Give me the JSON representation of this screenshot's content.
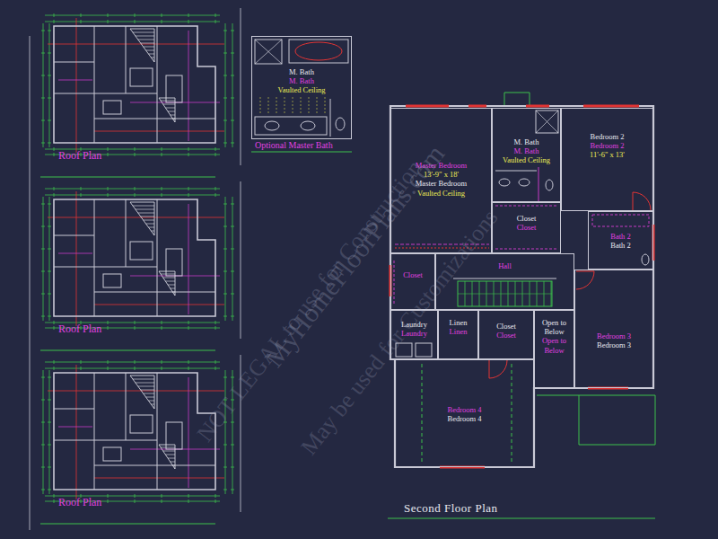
{
  "diagram": {
    "caption": "Second Floor Plan",
    "nodes": [
      {
        "text": [
          "M. Bath",
          "M. Bath",
          "Vaulted Ceiling"
        ]
      },
      {
        "text": [
          "Master Bedroom",
          "13'-9\" x 18'",
          "Master Bedroom",
          "Vaulted Ceiling"
        ]
      },
      {
        "text": [
          "M. Bath",
          "M. Bath",
          "Vaulted Ceiling"
        ]
      },
      {
        "text": [
          "Bedroom 2",
          "Bedroom 2",
          "11'-6\" x 13'"
        ]
      },
      {
        "text": [
          "Closet",
          "Closet"
        ]
      },
      {
        "text": [
          "Bath 2",
          "Bath 2"
        ]
      },
      {
        "text": [
          "Closet"
        ]
      },
      {
        "text": [
          "Hall"
        ]
      },
      {
        "text": [
          "Laundry",
          "Laundry"
        ]
      },
      {
        "text": [
          "Linen",
          "Linen"
        ]
      },
      {
        "text": [
          "Closet",
          "Closet"
        ]
      },
      {
        "text": [
          "Open to Below",
          "Open to Below"
        ]
      },
      {
        "text": [
          "Bedroom 3",
          "Bedroom 3"
        ]
      },
      {
        "text": [
          "Bedroom 4",
          "Bedroom 4"
        ]
      }
    ],
    "labels": [
      "Roof Plan",
      "Roof Plan",
      "Roof Plan",
      "Optional Master Bath",
      "MyHomeFloorPlans.com",
      "NOT LEGAL to use for Construction",
      "May be used for Customizations"
    ]
  }
}
